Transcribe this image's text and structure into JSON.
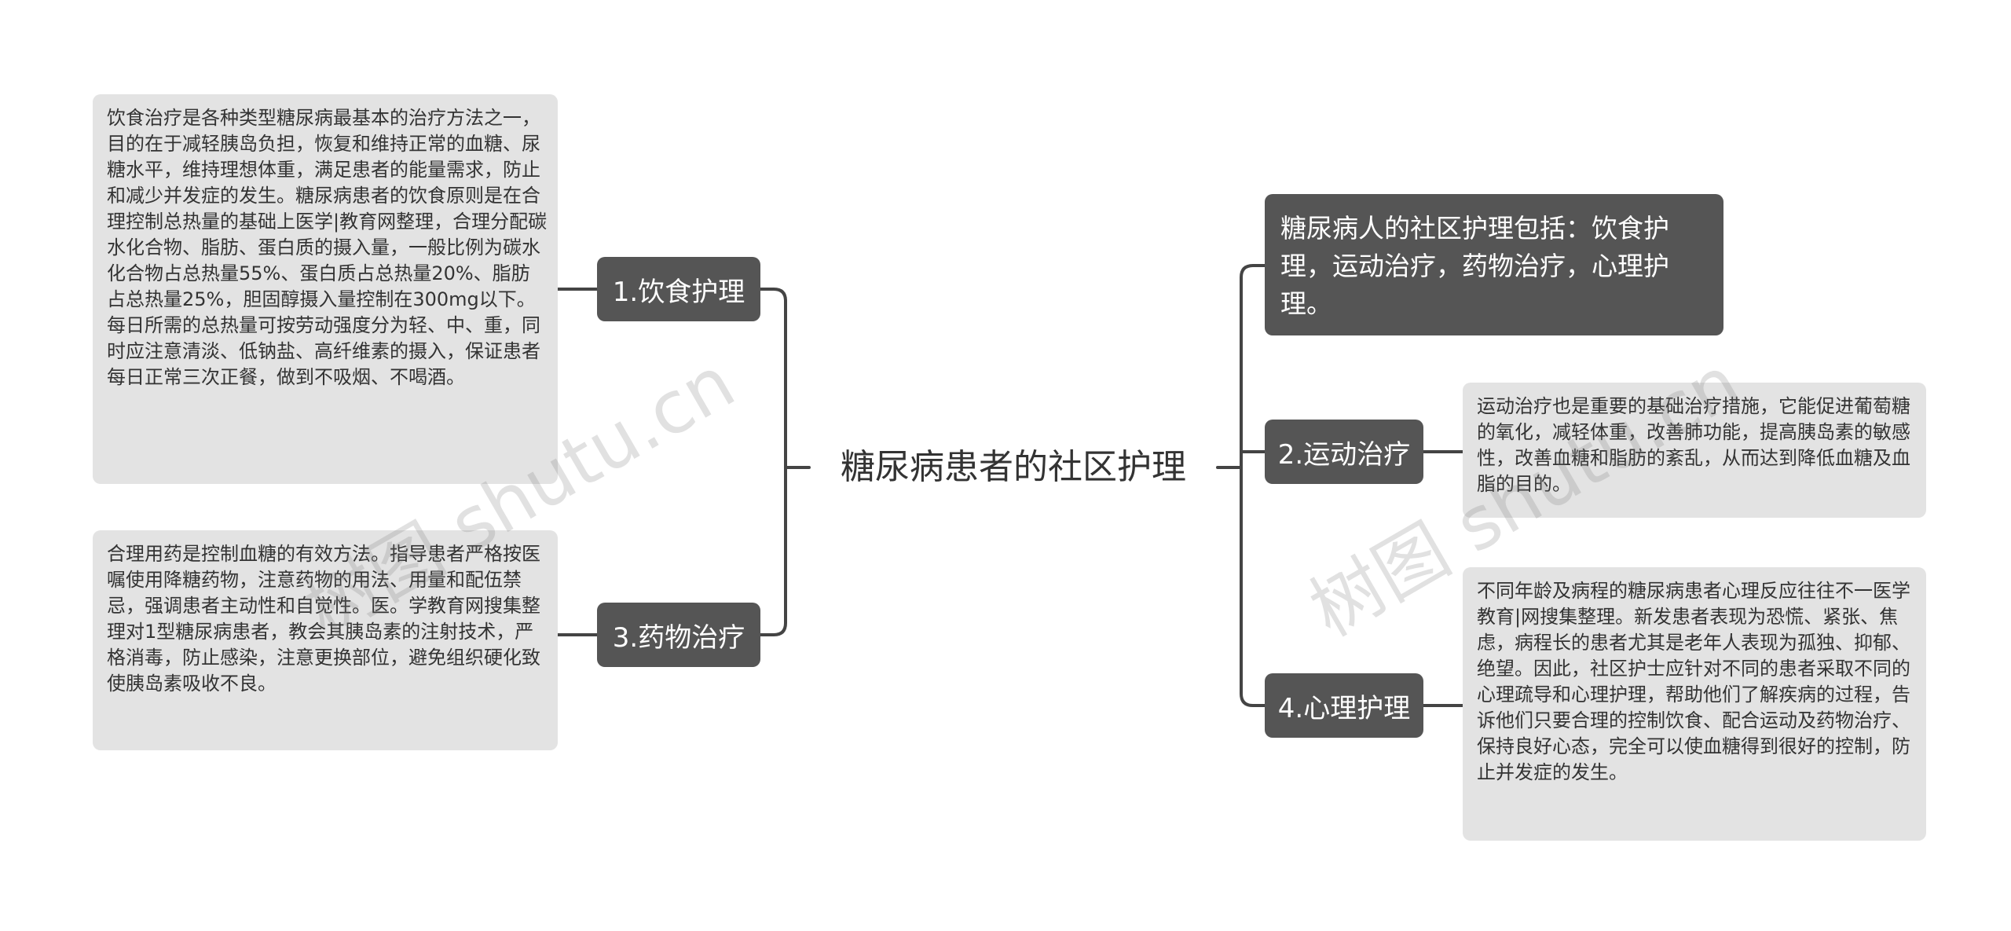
{
  "center": {
    "title": "糖尿病患者的社区护理"
  },
  "branches": {
    "diet": {
      "label": "1.饮食护理"
    },
    "drug": {
      "label": "3.药物治疗"
    },
    "summary": {
      "text": "糖尿病人的社区护理包括：饮食护理，运动治疗，药物治疗，心理护理。"
    },
    "exercise": {
      "label": "2.运动治疗"
    },
    "psych": {
      "label": "4.心理护理"
    }
  },
  "details": {
    "diet": "饮食治疗是各种类型糖尿病最基本的治疗方法之一，目的在于减轻胰岛负担，恢复和维持正常的血糖、尿糖水平，维持理想体重，满足患者的能量需求，防止和减少并发症的发生。糖尿病患者的饮食原则是在合理控制总热量的基础上医学|教育网整理，合理分配碳水化合物、脂肪、蛋白质的摄入量，一般比例为碳水化合物占总热量55%、蛋白质占总热量20%、脂肪占总热量25%，胆固醇摄入量控制在300mg以下。每日所需的总热量可按劳动强度分为轻、中、重，同时应注意清淡、低钠盐、高纤维素的摄入，保证患者每日正常三次正餐，做到不吸烟、不喝酒。",
    "drug": "合理用药是控制血糖的有效方法。指导患者严格按医嘱使用降糖药物，注意药物的用法、用量和配伍禁忌，强调患者主动性和自觉性。医。学教育网搜集整理对1型糖尿病患者，教会其胰岛素的注射技术，严格消毒，防止感染，注意更换部位，避免组织硬化致使胰岛素吸收不良。",
    "exercise": "运动治疗也是重要的基础治疗措施，它能促进葡萄糖的氧化，减轻体重，改善肺功能，提高胰岛素的敏感性，改善血糖和脂肪的紊乱，从而达到降低血糖及血脂的目的。",
    "psych": "不同年龄及病程的糖尿病患者心理反应往往不一医学教育|网搜集整理。新发患者表现为恐慌、紧张、焦虑，病程长的患者尤其是老年人表现为孤独、抑郁、绝望。因此，社区护士应针对不同的患者采取不同的心理疏导和心理护理，帮助他们了解疾病的过程，告诉他们只要合理的控制饮食、配合运动及药物治疗、保持良好心态，完全可以使血糖得到很好的控制，防止并发症的发生。"
  },
  "watermarks": {
    "left": "树图 shutu.cn",
    "right": "树图 shutu.cn"
  },
  "colors": {
    "branch_bg": "#555555",
    "leaf_bg": "#e3e3e3",
    "connector": "#444444"
  }
}
